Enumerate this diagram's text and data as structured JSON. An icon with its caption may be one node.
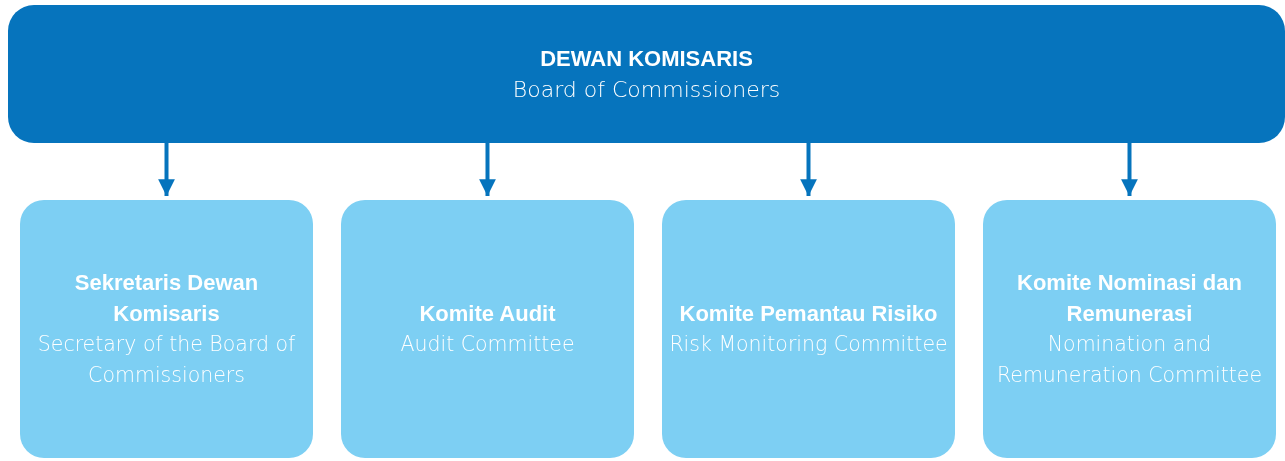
{
  "diagram": {
    "nodes": [
      {
        "text": [
          "DEWAN KOMISARIS",
          "Board of Commissioners"
        ]
      },
      {
        "text": [
          "Sekretaris Dewan Komisaris",
          "Secretary of the Board of Commissioners"
        ]
      },
      {
        "text": [
          "Komite Audit",
          "Audit Committee"
        ]
      },
      {
        "text": [
          "Komite Pemantau Risiko",
          "Risk Monitoring Committee"
        ]
      },
      {
        "text": [
          "Komite Nominasi dan Remunerasi",
          "Nomination and Remuneration Committee"
        ]
      }
    ],
    "edges": [
      {
        "from": 0,
        "to": 1,
        "arrow": "to"
      },
      {
        "from": 0,
        "to": 2,
        "arrow": "to"
      },
      {
        "from": 0,
        "to": 3,
        "arrow": "to"
      },
      {
        "from": 0,
        "to": 4,
        "arrow": "to"
      }
    ]
  }
}
